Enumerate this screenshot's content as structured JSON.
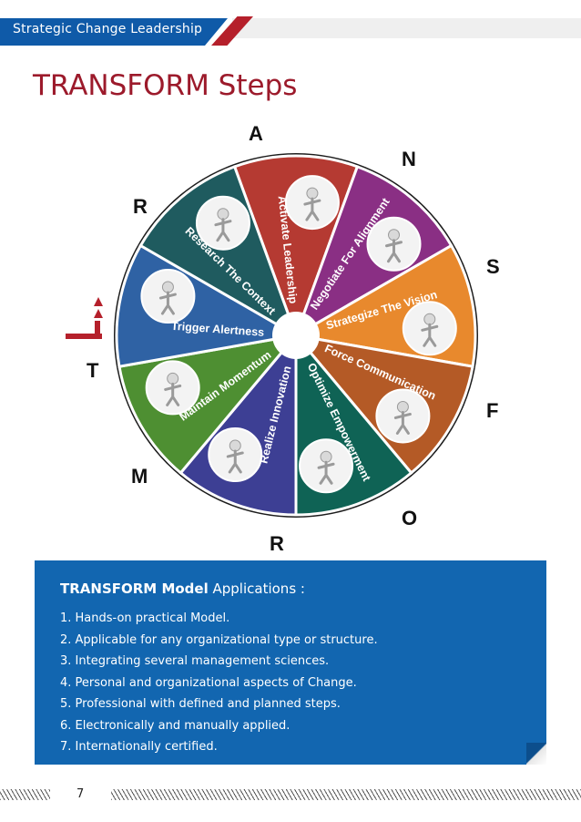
{
  "header": {
    "title": "Strategic Change Leadership"
  },
  "page_title": "TRANSFORM Steps",
  "wheel": {
    "letters": {
      "A": "A",
      "N": "N",
      "S": "S",
      "F": "F",
      "O": "O",
      "R_bottom": "R",
      "M": "M",
      "T": "T",
      "R_left": "R"
    },
    "segments": [
      {
        "label": "Activate Leadership",
        "color": "#b53a32"
      },
      {
        "label": "Negotiate For Alignment",
        "color": "#8a2f84"
      },
      {
        "label": "Strategize The Vision",
        "color": "#e8892d"
      },
      {
        "label": "Force Communication",
        "color": "#b45a26"
      },
      {
        "label": "Optimize Empowerment",
        "color": "#0f6355"
      },
      {
        "label": "Realize Innovation",
        "color": "#3d3f94"
      },
      {
        "label": "Maintain Momentum",
        "color": "#4e8f32"
      },
      {
        "label": "Trigger Alertness",
        "color": "#2f62a4"
      },
      {
        "label": "Research The Context",
        "color": "#1f5b5f"
      }
    ]
  },
  "applications": {
    "heading_bold": "TRANSFORM Model",
    "heading_rest": " Applications :",
    "items": [
      "1. Hands-on practical Model.",
      "2. Applicable for any organizational type or structure.",
      "3. Integrating several management sciences.",
      "4. Personal and organizational aspects of Change.",
      "5. Professional with defined and planned steps.",
      "6. Electronically and manually applied.",
      "7. Internationally certified."
    ]
  },
  "footer": {
    "page_number": "7"
  },
  "colors": {
    "brand_blue": "#0f5aa8",
    "brand_red": "#9c1a2b",
    "wheel_border": "#1c1c1c"
  }
}
